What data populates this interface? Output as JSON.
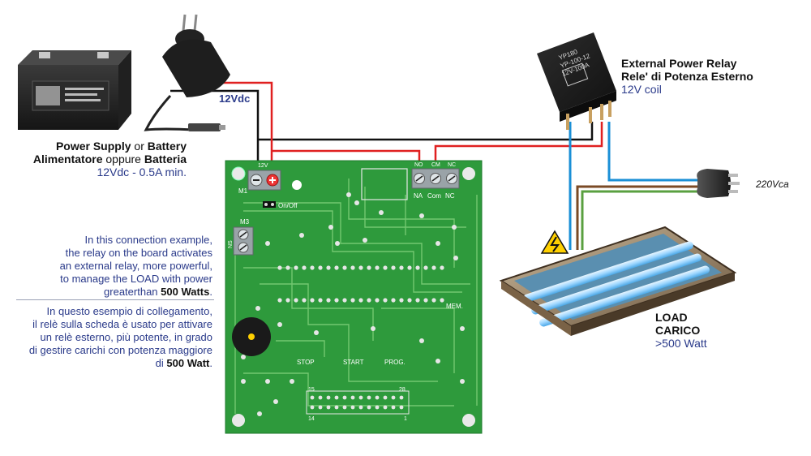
{
  "colors": {
    "pcb": "#2e9a3c",
    "pcb_dark": "#1f7a2c",
    "wire_red": "#e02020",
    "wire_black": "#111111",
    "wire_blue": "#1a8fd6",
    "wire_brown": "#7a4a25",
    "wire_green": "#5aa040",
    "label_blue": "#2a3a8a"
  },
  "power_supply": {
    "title_en": "Power Supply",
    "or_en": "or",
    "battery_en": "Battery",
    "title_it": "Alimentatore",
    "or_it": "oppure",
    "battery_it": "Batteria",
    "spec": "12Vdc - 0.5A min.",
    "wire_label": "12Vdc"
  },
  "relay": {
    "title_en": "External Power Relay",
    "title_it": "Rele' di Potenza Esterno",
    "coil": "12V coil",
    "case_text": [
      "YP180",
      "YP-100-12",
      "12V-100A"
    ]
  },
  "mains": {
    "label": "220Vca"
  },
  "load": {
    "title_en": "LOAD",
    "title_it": "CARICO",
    "spec": ">500 Watt"
  },
  "board": {
    "m1_label": "M1",
    "m1_top": "12V",
    "m3_label": "M3",
    "m3_side": "NS",
    "on_off": "On/Off",
    "relay_pins_top": [
      "NO",
      "CM",
      "NC"
    ],
    "relay_pins": [
      "NA",
      "Com",
      "NC"
    ],
    "buttons": [
      "STOP",
      "START",
      "PROG."
    ],
    "mem": "MEM.",
    "pin_nums": [
      "15",
      "28",
      "14",
      "1"
    ]
  },
  "notes": {
    "en_lines": [
      "In this connection example,",
      "the relay on the board activates",
      "an external relay, more powerful,",
      "to manage the LOAD with power"
    ],
    "en_last_prefix": "greaterthan",
    "en_last_bold": "500 Watts",
    "en_last_suffix": ".",
    "it_lines": [
      "In questo esempio di collegamento,",
      "il relè sulla scheda è usato per attivare",
      "un relè esterno, più potente, in grado",
      "di gestire carichi con potenza maggiore"
    ],
    "it_last_prefix": "di",
    "it_last_bold": "500 Watt",
    "it_last_suffix": "."
  }
}
